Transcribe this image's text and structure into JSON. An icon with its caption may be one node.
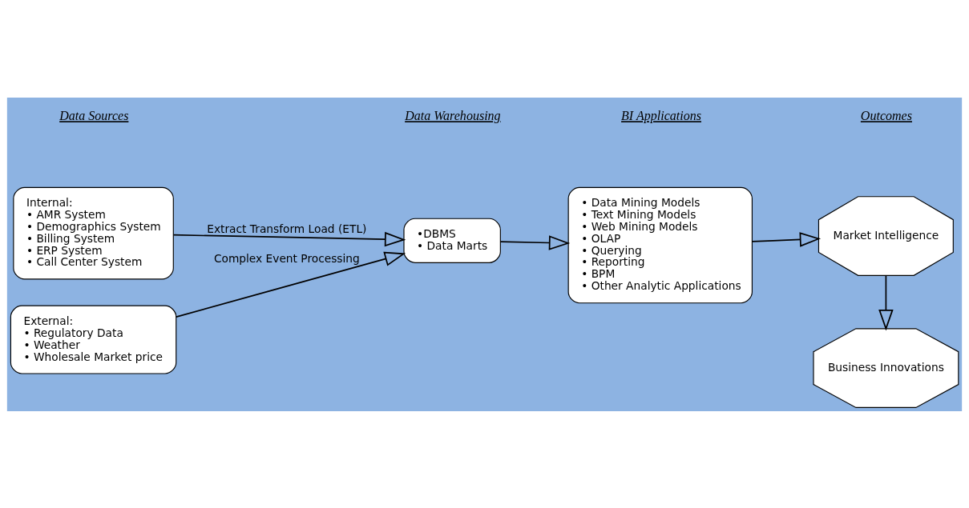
{
  "diagram": {
    "nodes": [
      {
        "text": [
          "Internal:",
          "• AMR System",
          "• Demographics System",
          "• Billing System",
          "• ERP System",
          "• Call Center System"
        ]
      },
      {
        "text": [
          "External:",
          "• Regulatory Data",
          "• Weather",
          "• Wholesale Market price"
        ]
      },
      {
        "text": [
          "•DBMS",
          "• Data Marts"
        ]
      },
      {
        "text": [
          "• Data Mining Models",
          "• Text Mining Models",
          "• Web Mining Models",
          "• OLAP",
          "• Querying",
          "• Reporting",
          "• BPM",
          "• Other Analytic Applications"
        ]
      },
      {
        "text": [
          "Market Intelligence"
        ]
      },
      {
        "text": [
          "Business Innovations"
        ]
      }
    ],
    "edges": [
      {
        "from": 0,
        "to": 2,
        "arrow": "to",
        "label": "Extract Transform Load (ETL)"
      },
      {
        "from": 1,
        "to": 2,
        "arrow": "to",
        "label": "Complex Event Processing"
      },
      {
        "from": 2,
        "to": 3,
        "arrow": "to"
      },
      {
        "from": 3,
        "to": 4,
        "arrow": "to"
      },
      {
        "from": 4,
        "to": 5,
        "arrow": "to"
      }
    ],
    "labels": [
      "Data Sources",
      "Data Warehousing",
      "BI Applications",
      "Outcomes"
    ]
  }
}
